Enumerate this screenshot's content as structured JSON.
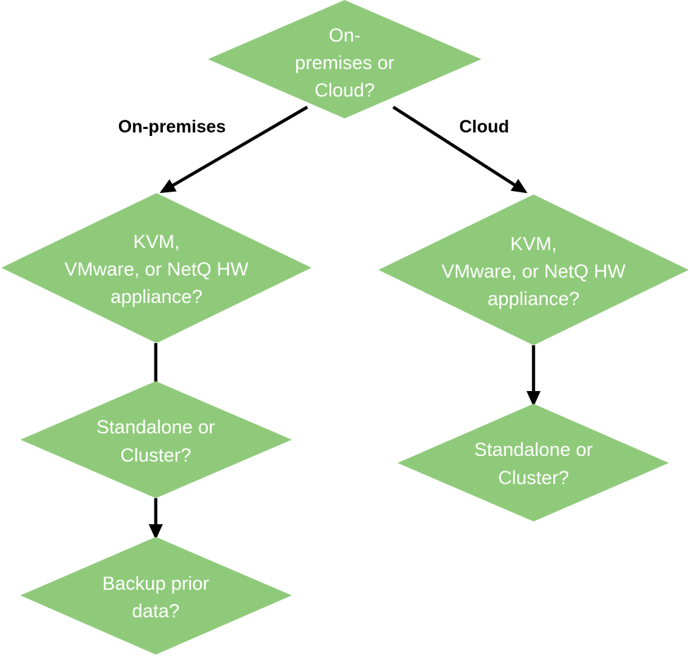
{
  "diagram": {
    "type": "decision-flowchart",
    "colors": {
      "node_fill": "#8fca7a",
      "node_text": "#ffffff",
      "edge": "#000000",
      "label": "#000000",
      "background": "#ffffff"
    },
    "nodes": [
      {
        "id": "deployment",
        "shape": "diamond",
        "lines": [
          "On-",
          "premises or",
          "Cloud?"
        ]
      },
      {
        "id": "onprem-platform",
        "shape": "diamond",
        "lines": [
          "KVM,",
          "VMware, or NetQ HW",
          "appliance?"
        ]
      },
      {
        "id": "cloud-platform",
        "shape": "diamond",
        "lines": [
          "KVM,",
          "VMware, or NetQ HW",
          "appliance?"
        ]
      },
      {
        "id": "onprem-mode",
        "shape": "diamond",
        "lines": [
          "Standalone or",
          "Cluster?"
        ]
      },
      {
        "id": "cloud-mode",
        "shape": "diamond",
        "lines": [
          "Standalone or",
          "Cluster?"
        ]
      },
      {
        "id": "onprem-backup",
        "shape": "diamond",
        "lines": [
          "Backup prior",
          "data?"
        ]
      }
    ],
    "edges": [
      {
        "from": "deployment",
        "to": "onprem-platform",
        "label": "On-premises",
        "arrow": true
      },
      {
        "from": "deployment",
        "to": "cloud-platform",
        "label": "Cloud",
        "arrow": true
      },
      {
        "from": "onprem-platform",
        "to": "onprem-mode",
        "label": "",
        "arrow": false
      },
      {
        "from": "onprem-mode",
        "to": "onprem-backup",
        "label": "",
        "arrow": true
      },
      {
        "from": "cloud-platform",
        "to": "cloud-mode",
        "label": "",
        "arrow": true
      }
    ]
  }
}
